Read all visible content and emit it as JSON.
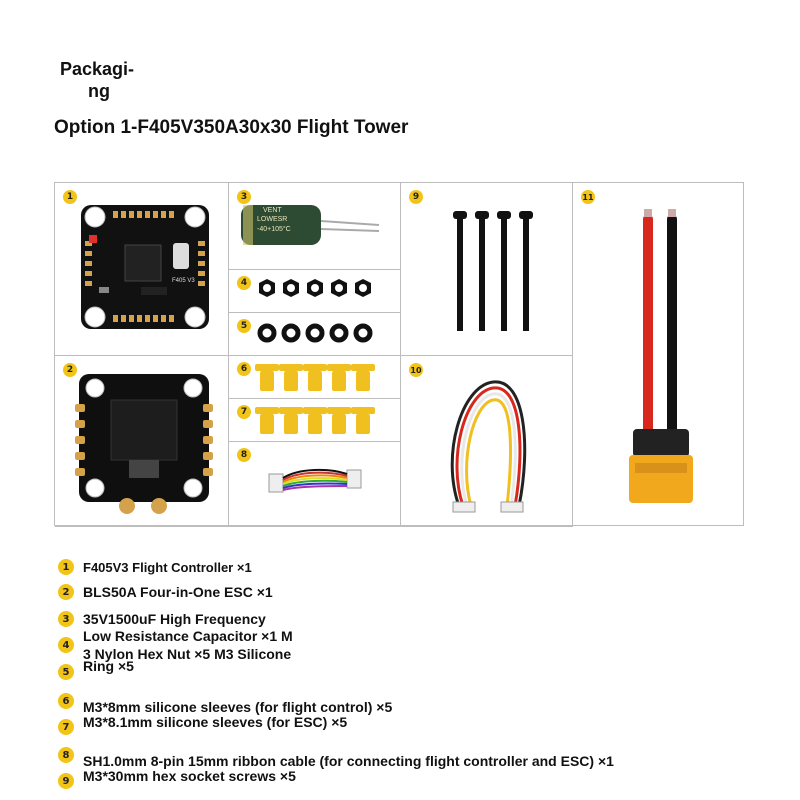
{
  "heading": {
    "line1": "Packagi-",
    "line2": "ng"
  },
  "subtitle": "Option 1-F405V350A30x30 Flight Tower",
  "grid_badges": [
    "1",
    "2",
    "3",
    "4",
    "5",
    "6",
    "7",
    "8",
    "9",
    "10",
    "11"
  ],
  "capacitor_print": {
    "brand": "VENT",
    "line2": "LOWESR",
    "line3": "-40+105°C"
  },
  "fc_board_label": "F405 V3",
  "items": [
    {
      "num": "1",
      "text": "F405V3 Flight Controller ×1"
    },
    {
      "num": "2",
      "text": "BLS50A Four-in-One ESC ×1"
    },
    {
      "num": "3",
      "text": "35V1500uF High Frequency"
    },
    {
      "num": "4",
      "text": "Low Resistance Capacitor ×1 M"
    },
    {
      "num": "",
      "text": "3 Nylon Hex Nut ×5 M3 Silicone"
    },
    {
      "num": "5",
      "text": "Ring ×5"
    },
    {
      "num": "6",
      "text": "M3*8mm silicone sleeves (for flight control) ×5"
    },
    {
      "num": "7",
      "text": "M3*8.1mm silicone sleeves (for ESC) ×5"
    },
    {
      "num": "8",
      "text": "SH1.0mm 8-pin 15mm ribbon cable (for connecting flight controller and ESC) ×1"
    },
    {
      "num": "9",
      "text": "M3*30mm hex socket screws ×5"
    }
  ],
  "colors": {
    "badge": "#f2c417",
    "grid_border": "#bdbdbd",
    "rubber_sleeve": "#f0c020",
    "xt60": "#f2a81c",
    "wire_red": "#d8281e"
  }
}
